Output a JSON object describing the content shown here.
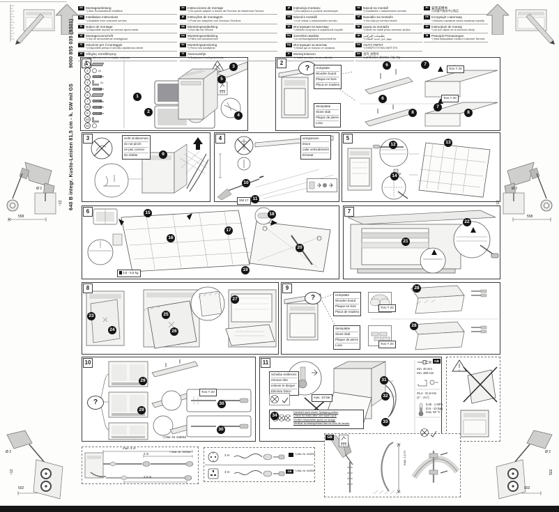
{
  "side": {
    "model": "640 B integr. Kusto-Leisten 81,5 cm - k. SW mit GS",
    "number": "9000 855 035 (9301)",
    "drill_dia": "Ø 2",
    "drill_depth": "~12",
    "drill_dist": "558",
    "tool_dia": "Ø 2",
    "tool_depth": "~12",
    "tool_dist": "502"
  },
  "legend": {
    "col1": [
      {
        "code": "de",
        "l1": "Montageanleitung",
        "l2": "*) über Kundendienst erhältlich"
      },
      {
        "code": "en",
        "l1": "Installation instructions",
        "l2": "*) Available from customer service"
      },
      {
        "code": "fr",
        "l1": "Notice de montage",
        "l2": "*) Disponible auprès du service après-vente"
      },
      {
        "code": "nl",
        "l1": "Montagevoorschrift",
        "l2": "*) Via de servicedienst verkrijgbaar"
      },
      {
        "code": "it",
        "l1": "Istruzioni per il montaggio",
        "l2": "*) Disponibili presso il servizio assistenza clienti"
      },
      {
        "code": "el",
        "l1": "Οδηγίες τοποθέτησης",
        "l2": "*) Διατίθενται από το σέρβις πελατών"
      }
    ],
    "col2": [
      {
        "code": "es",
        "l1": "Instrucciones de montaje",
        "l2": "*) Se puede adquirir a través del Servicio de Asistencia Técnica"
      },
      {
        "code": "pt",
        "l1": "Instruções de montagem",
        "l2": "*) Pode ser adquirido nos Serviços Técnicos"
      },
      {
        "code": "da",
        "l1": "Monteringsvejledning",
        "l2": "*) Kan fås via Service"
      },
      {
        "code": "no",
        "l1": "Monteringsveiledning",
        "l2": "*) Fåes hos kundeservice"
      },
      {
        "code": "sv",
        "l1": "Monteringsanvisning",
        "l2": "*) Finns hos kundtjänst"
      },
      {
        "code": "fi",
        "l1": "Asennusohje",
        "l2": "*) Saatavana huoltopalvelusta"
      }
    ],
    "col3": [
      {
        "code": "pl",
        "l1": "Instrukcja montażu",
        "l2": "*) Do nabycia w punkcie serwisowym"
      },
      {
        "code": "cs",
        "l1": "Návod k montáži",
        "l2": "*) Lze získat u zákaznického servisu"
      },
      {
        "code": "ru",
        "l1": "Инструкция по монтажу",
        "l2": "*) Можно получить в сервисной службе"
      },
      {
        "code": "hu",
        "l1": "Szerelési utasítás",
        "l2": "*) A vevőszolgálatnál szerezhető be"
      },
      {
        "code": "bg",
        "l1": "Инструкция за монтаж",
        "l2": "*) Може да се получи от сервиза"
      },
      {
        "code": "tr",
        "l1": "Montaj kılavuzu",
        "l2": "*) Yetkili servisten temin edilebilir"
      }
    ],
    "col4": [
      {
        "code": "sk",
        "l1": "Návod na montáž",
        "l2": "*) Dostanete v zákazníckom servise"
      },
      {
        "code": "sl",
        "l1": "Navodilo za montažo",
        "l2": "*) Na voljo pri servisni službi"
      },
      {
        "code": "hr",
        "l1": "Uputa za montažu",
        "l2": "*) Može se dobiti preko servisne službe"
      },
      {
        "code": "ar",
        "l1": "تعليمات التركيب",
        "l2": "*) تتوفر لدى خدمة العملاء"
      },
      {
        "code": "he",
        "l1": "הוראות הרכבה",
        "l2": "*) ניתן להשיג בשירות הלקוחות"
      },
      {
        "code": "ko",
        "l1": "설치 설명서",
        "l2": "*) 고객서비스 센터에서 구입 가능"
      }
    ],
    "col5": [
      {
        "code": "zh",
        "l1": "安装说明书",
        "l2": "可向客户服务中心购买"
      },
      {
        "code": "uk",
        "l1": "Інструкція з монтажу",
        "l2": "*) Можна отримати через сервісну службу"
      },
      {
        "code": "ro",
        "l1": "Instrucţiuni de montaj",
        "l2": "*) se pot obţine de la serviciul clienţi"
      },
      {
        "code": "id",
        "l1": "Petunjuk Pemasangan",
        "l2": "*) bisa didapatkan melalui Customer Service"
      }
    ]
  },
  "p1": {
    "num": "1",
    "parts": [
      {
        "n": "1",
        "q": ""
      },
      {
        "n": "2",
        "q": "2x"
      },
      {
        "n": "3",
        "q": "2x"
      },
      {
        "n": "4",
        "q": "2x"
      },
      {
        "n": "5",
        "q": "2x"
      },
      {
        "n": "6",
        "q": ""
      },
      {
        "n": "7",
        "q": "4x"
      },
      {
        "n": "8",
        "q": "2x"
      },
      {
        "n": "9",
        "q": "2x"
      },
      {
        "n": "10",
        "q": ""
      },
      {
        "n": "11",
        "q": ""
      }
    ],
    "s1": "1",
    "s2": "2",
    "s3": "3",
    "s4": "4",
    "s5": "5"
  },
  "p2": {
    "num": "2",
    "q": "?",
    "wood": [
      "Holzplatte",
      "Wooden board",
      "Plaque en bois",
      "Placa en madera"
    ],
    "stone": [
      "Steinplatte",
      "Stone slab",
      "Plaque de pierre",
      "Losa"
    ],
    "torx": "Torx T 20",
    "s6": "6",
    "s7": "7",
    "s8": "8"
  },
  "p3": {
    "num": "3",
    "note": [
      "nicht einklemmen",
      "do not pinch",
      "ne pas coincer",
      "No doblar"
    ],
    "s9": "9"
  },
  "p4": {
    "num": "4",
    "note": [
      "verspannen",
      "brace",
      "caler verticalement",
      "Enrasar"
    ],
    "sw": "SW 17",
    "s10": "10",
    "s11": "11"
  },
  "p5": {
    "num": "5",
    "s12": "12",
    "s13": "13",
    "s14": "14"
  },
  "p6": {
    "num": "6",
    "weight": "3,5 - 8,5 kg",
    "s15": "15",
    "s16": "16",
    "s17": "17",
    "s18": "18",
    "s19": "19",
    "s20": "20"
  },
  "p7": {
    "num": "7",
    "s21": "21",
    "s22": "22"
  },
  "p8": {
    "num": "8",
    "s23": "23",
    "s24": "24",
    "s25": "25",
    "s26": "26",
    "s27": "27"
  },
  "p9": {
    "num": "9",
    "q": "?",
    "wood": [
      "Holzplatte",
      "Wooden board",
      "Plaque en bois",
      "Placa de madera"
    ],
    "stone": [
      "Steinplatte",
      "Stone slab",
      "Plaque de pierre",
      "Losa"
    ],
    "torx": "Torx T 20",
    "s28": "28"
  },
  "p10": {
    "num": "10",
    "q": "?",
    "torx": "Torx T 20",
    "mat": "*) Mat.-Nr. 645053",
    "s29": "29",
    "s30": "30"
  },
  "p11": {
    "num": "11",
    "disc": [
      "Scheibe entfernen",
      "remove disc",
      "enlever le disque",
      "Eliminar Disco"
    ],
    "maxbar": "max. 10 bar",
    "check": [
      "Dichtheit nach einem Spülgang prüfen",
      "Check for leaks after one wash cycle",
      "Vérifier l'étanchéité après un lavage",
      "Verificar la estanqueidad tras un ciclo de lavado"
    ],
    "s31": "31",
    "s32": "32",
    "s33": "33",
    "s34": "34",
    "gb": "GB",
    "spec1a": "min. 40 mm",
    "spec1b": "min. 280 mm",
    "spec2a": "25,4 - 31,8 mm",
    "spec2b": "(1″ - 1¼″)",
    "spec2c": "0,05 - 1 MPa",
    "spec2d": "(0,5 - 10 bar)",
    "spec2e": "max. 60 °C"
  },
  "bottom": {
    "hose": {
      "max": "max. 4 m",
      "l1": "2 m",
      "l2": "2,2 m",
      "mat": "*) Mat.-Nr. 350564"
    },
    "cord1_len": "3 m",
    "cord1_mat": "*) Mat.-Nr. 644533",
    "cord2_len": "3 m",
    "cord2_mat": "*) Mat.-Nr. 644534",
    "cord2_badge": "GB",
    "gb_badge": "GB",
    "gb_dim": "max. 1,1 m"
  }
}
